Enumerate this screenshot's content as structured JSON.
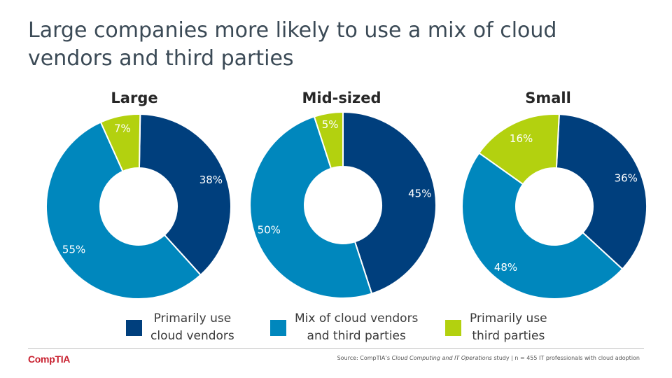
{
  "title": "Large companies more likely to use a mix of cloud vendors and third parties",
  "colors": {
    "cloud_vendors": "#003f7d",
    "mix": "#0087bd",
    "third_parties": "#b3d10f",
    "label_light": "#ffffff",
    "label_dark": "#ffffff"
  },
  "chart_data": [
    {
      "type": "pie",
      "title": "Large",
      "categories": [
        "Primarily use cloud vendors",
        "Mix of cloud vendors and third parties",
        "Primarily use third parties"
      ],
      "values": [
        38,
        55,
        7
      ],
      "labels": [
        "38%",
        "55%",
        "7%"
      ]
    },
    {
      "type": "pie",
      "title": "Mid-sized",
      "categories": [
        "Primarily use cloud vendors",
        "Mix of cloud vendors and third parties",
        "Primarily use third parties"
      ],
      "values": [
        45,
        50,
        5
      ],
      "labels": [
        "45%",
        "50%",
        "5%"
      ]
    },
    {
      "type": "pie",
      "title": "Small",
      "categories": [
        "Primarily use cloud vendors",
        "Mix of cloud vendors and third parties",
        "Primarily use third parties"
      ],
      "values": [
        36,
        48,
        16
      ],
      "labels": [
        "36%",
        "48%",
        "16%"
      ]
    }
  ],
  "legend": [
    {
      "line1": "Primarily use",
      "line2": "cloud vendors"
    },
    {
      "line1": "Mix of cloud vendors",
      "line2": "and third parties"
    },
    {
      "line1": "Primarily use",
      "line2": "third parties"
    }
  ],
  "footer": {
    "logo": "CompTIA",
    "source_prefix": "Source: CompTIA’s ",
    "source_study": "Cloud Computing and IT Operations",
    "source_suffix": " study | n = 455 IT professionals with cloud adoption"
  }
}
